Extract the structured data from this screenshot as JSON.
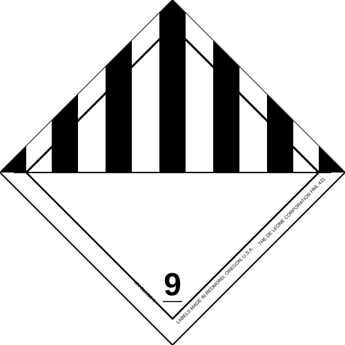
{
  "placard": {
    "class_number": "9",
    "lower_left_text": "UN CLASS 9",
    "lower_right_text_1": "LABELS MADE IN REDMOND, OREGON, U.S.A.",
    "lower_right_text_2": "THE DE LEONE CORPORATION",
    "lower_right_text_3": "HML 431"
  },
  "colors": {
    "background": "#ffffff",
    "stripes": "#000000",
    "outline": "#000000"
  }
}
